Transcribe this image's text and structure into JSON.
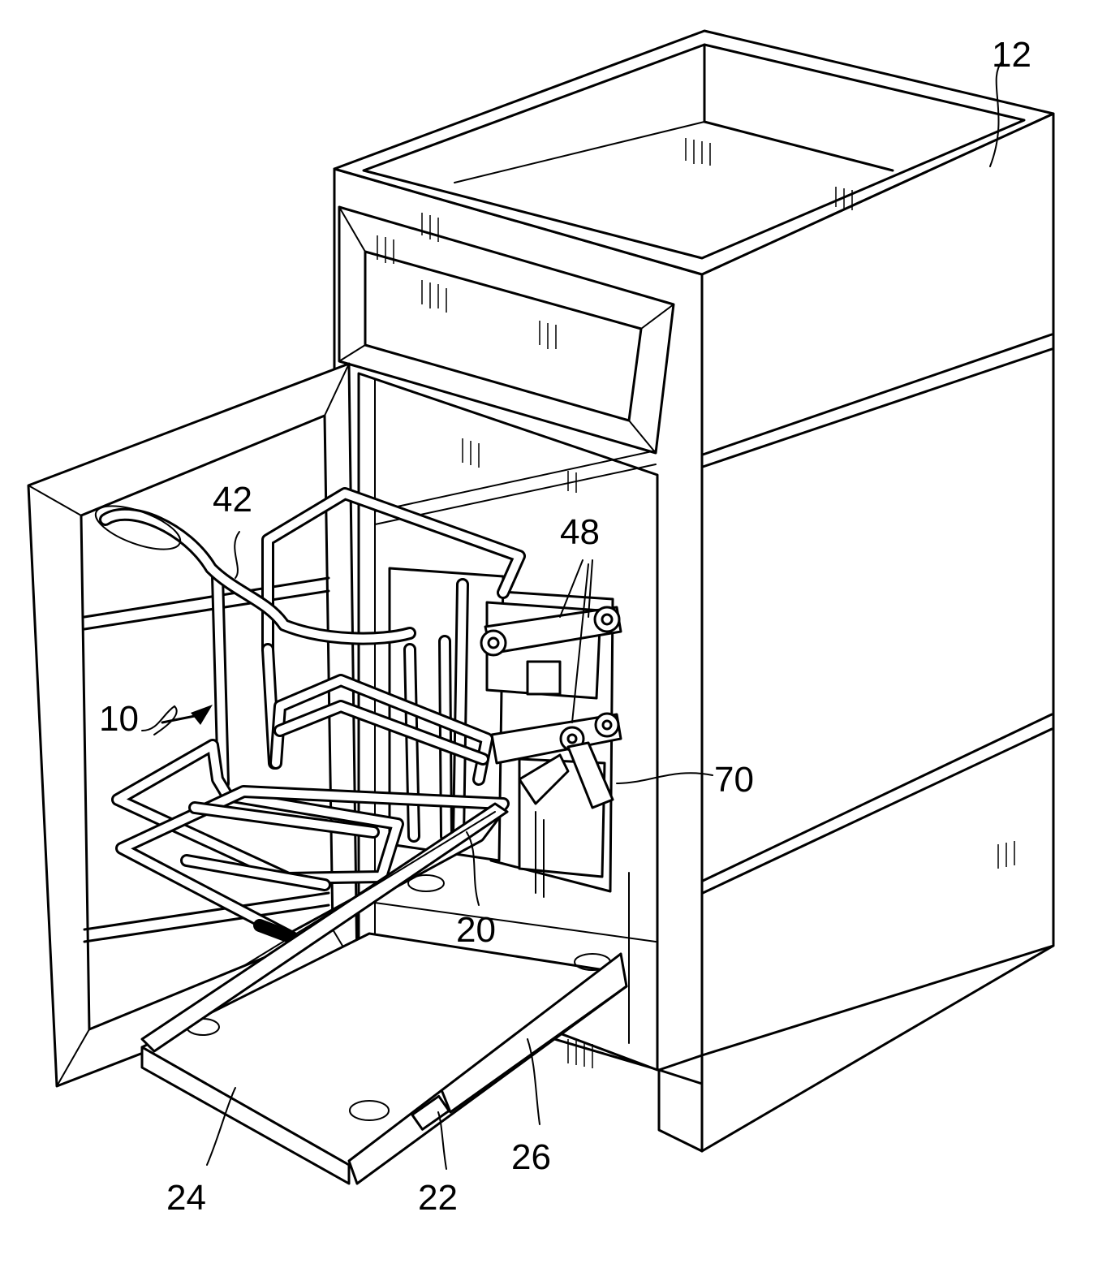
{
  "figure": {
    "labels": {
      "cabinet": "12",
      "organizer": "10",
      "handle": "42",
      "links": "48",
      "lever": "70",
      "frame": "20",
      "slide_inner": "22",
      "tray": "24",
      "slide_outer": "26"
    }
  }
}
